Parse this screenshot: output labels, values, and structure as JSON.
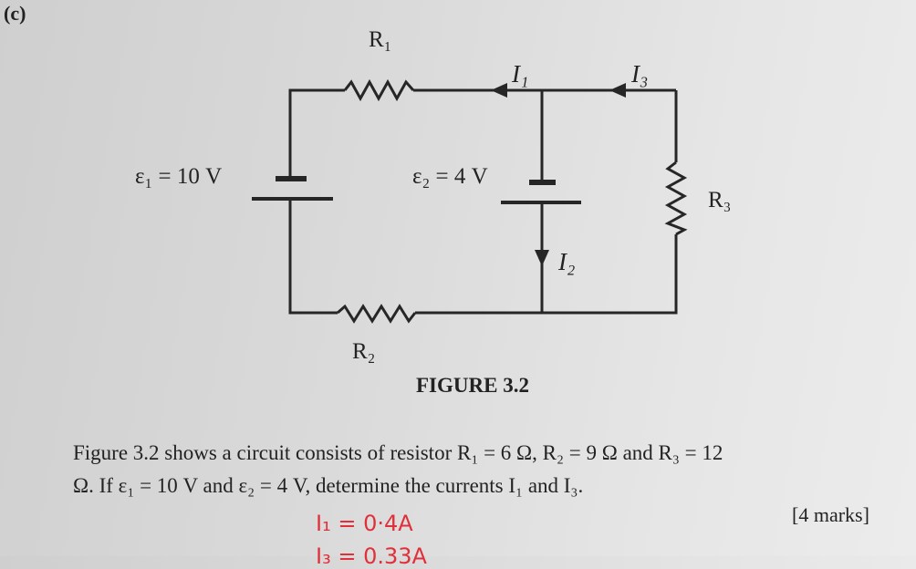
{
  "part_label": "(c)",
  "figure": {
    "caption": "FIGURE 3.2",
    "labels": {
      "R1": "R₁",
      "R2": "R₂",
      "R3": "R₃",
      "I1": "I₁",
      "I2": "I₂",
      "I3": "I₃",
      "emf1": "ε₁ = 10 V",
      "emf2": "ε₂ = 4 V"
    }
  },
  "question": {
    "line1": "Figure 3.2 shows a circuit consists of resistor R₁ = 6 Ω, R₂ = 9 Ω and R₃ = 12",
    "line2": "Ω. If ε₁ = 10 V and ε₂ = 4 V, determine the currents I₁ and I₃.",
    "marks": "[4 marks]"
  },
  "handwritten_answer": {
    "line1": "I₁ = 0·4A",
    "line2": "I₃ = 0.33A"
  },
  "colors": {
    "ink": "#222222",
    "handwriting": "#e0303a"
  }
}
